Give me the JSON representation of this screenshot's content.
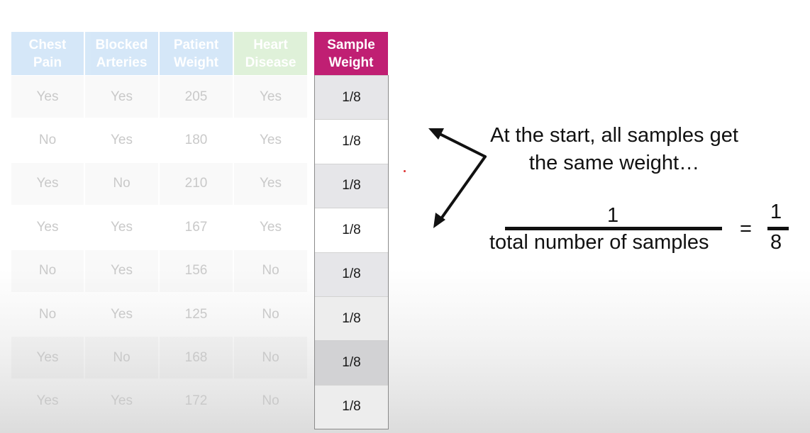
{
  "table": {
    "headers": [
      "Chest\nPain",
      "Blocked\nArteries",
      "Patient\nWeight",
      "Heart\nDisease"
    ],
    "rows": [
      [
        "Yes",
        "Yes",
        "205",
        "Yes"
      ],
      [
        "No",
        "Yes",
        "180",
        "Yes"
      ],
      [
        "Yes",
        "No",
        "210",
        "Yes"
      ],
      [
        "Yes",
        "Yes",
        "167",
        "Yes"
      ],
      [
        "No",
        "Yes",
        "156",
        "No"
      ],
      [
        "No",
        "Yes",
        "125",
        "No"
      ],
      [
        "Yes",
        "No",
        "168",
        "No"
      ],
      [
        "Yes",
        "Yes",
        "172",
        "No"
      ]
    ]
  },
  "sample_weight": {
    "header": "Sample\nWeight",
    "values": [
      "1/8",
      "1/8",
      "1/8",
      "1/8",
      "1/8",
      "1/8",
      "1/8",
      "1/8"
    ]
  },
  "annotation": {
    "text_line1": "At the start, all samples get",
    "text_line2": "the same weight…"
  },
  "formula": {
    "numerator": "1",
    "denominator": "total number of samples",
    "equals": "=",
    "result_numerator": "1",
    "result_denominator": "8"
  },
  "colors": {
    "header_blue": "#7fb6ea",
    "header_green": "#9fd48a",
    "sample_weight_header": "#c01f73"
  }
}
